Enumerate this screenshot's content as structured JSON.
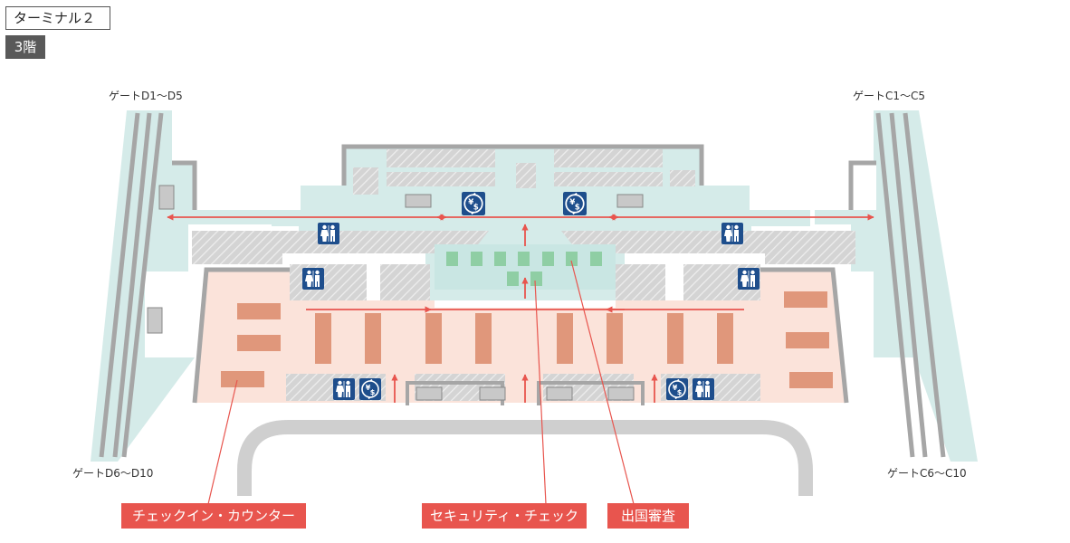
{
  "header": {
    "terminal": "ターミナル２",
    "floor": "3階"
  },
  "gates": {
    "top_left": "ゲートD1〜D5",
    "top_right": "ゲートC1〜C5",
    "bottom_left": "ゲートD6〜D10",
    "bottom_right": "ゲートC6〜C10"
  },
  "callouts": {
    "checkin": "チェックイン・カウンター",
    "security": "セキュリティ・チェック",
    "immigration": "出国審査"
  },
  "icons": {
    "restroom": "restroom-icon",
    "currency_exchange": "currency-exchange-icon",
    "escalator": "escalator-icon"
  },
  "colors": {
    "airside": "#d5ebe9",
    "landside": "#fbe3da",
    "counter": "#e0977b",
    "immigration_booth": "#8fcea4",
    "arrow": "#e8554e",
    "icon_bg": "#1e4e8c",
    "wall": "#b8b8b8"
  }
}
